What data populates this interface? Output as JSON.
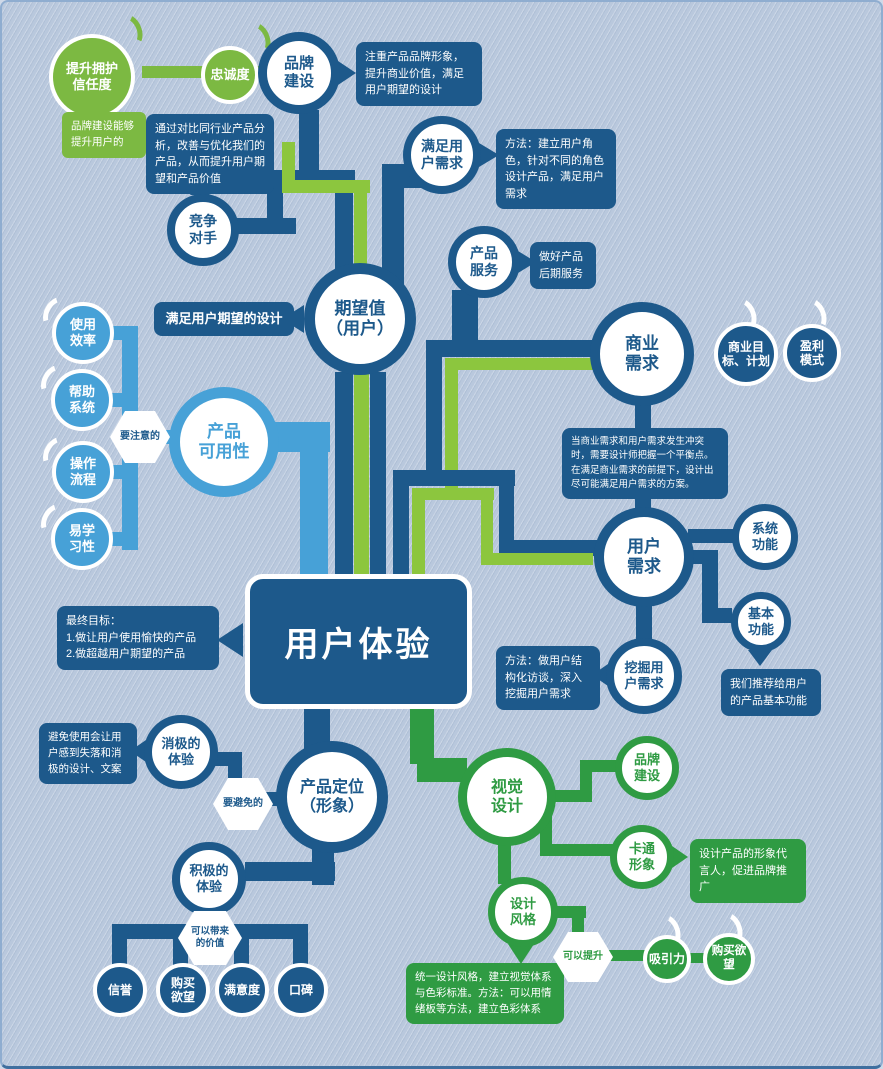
{
  "palette": {
    "dark_blue": "#1d598b",
    "light_green": "#7cb942",
    "line_green": "#8cc63e",
    "dark_green": "#2f9b43",
    "light_blue": "#47a1d7",
    "background": "#b9c8dd"
  },
  "nodes": {
    "trust": "提升拥护\n信任度",
    "loyalty": "忠诚度",
    "brand_top": "品牌\n建设",
    "meet_user": "满足用\n户需求",
    "competitors": "竞争\n对手",
    "product_service": "产品\n服务",
    "expectation": "期望值\n（用户）",
    "business": "商业\n需求",
    "goal_plan": "商业目\n标、计划",
    "profit": "盈利\n模式",
    "usability": "产品\n可用性",
    "efficiency": "使用\n效率",
    "help_system": "帮助\n系统",
    "workflow": "操作\n流程",
    "learnability": "易学\n习性",
    "user_needs": "用户\n需求",
    "system_fn": "系统\n功能",
    "basic_fn": "基本\n功能",
    "mining": "挖掘用\n户需求",
    "ux": "用户体验",
    "negative": "消极的\n体验",
    "positioning": "产品定位\n（形象）",
    "positive": "积极的\n体验",
    "reputation": "信誉",
    "purchase1": "购买\n欲望",
    "satisfaction": "满意度",
    "word_of_mouth": "口碑",
    "visual": "视觉\n设计",
    "brand2": "品牌\n建设",
    "cartoon": "卡通\n形象",
    "style": "设计\n风格",
    "attraction": "吸引力",
    "purchase2": "购买欲望"
  },
  "hexagons": {
    "note": "要注意的",
    "avoid": "要避免的",
    "value": "可以带来\n的价值",
    "improve": "可以提升"
  },
  "callouts": {
    "brand_note": "注重产品品牌形象，提升商业价值，满足用户期望的设计",
    "compare_note": "通过对比同行业产品分析，改善与优化我们的产品，从而提升用户期望和产品价值",
    "role_method": "方法：建立用户角色，针对不同的角色设计产品，满足用户需求",
    "after_service": "做好产品后期服务",
    "expectation_design": "满足用户期望的设计",
    "balance_note": "当商业需求和用户需求发生冲突时，需要设计师把握一个平衡点。在满足商业需求的前提下，设计出尽可能满足用户需求的方案。",
    "goal_note": "最终目标：\n1.做让用户使用愉快的产品\n2.做超越用户期望的产品",
    "interview_method": "方法：做用户结构化访谈，深入挖掘用户需求",
    "basic_note": "我们推荐给用户的产品基本功能",
    "negative_note": "避免使用会让用户感到失落和消极的设计、文案",
    "brand_boost": "品牌建设能够提升用户的",
    "cartoon_note": "设计产品的形象代言人，促进品牌推广",
    "style_note": "统一设计风格，建立视觉体系与色彩标准。方法：可以用情绪板等方法，建立色彩体系"
  }
}
